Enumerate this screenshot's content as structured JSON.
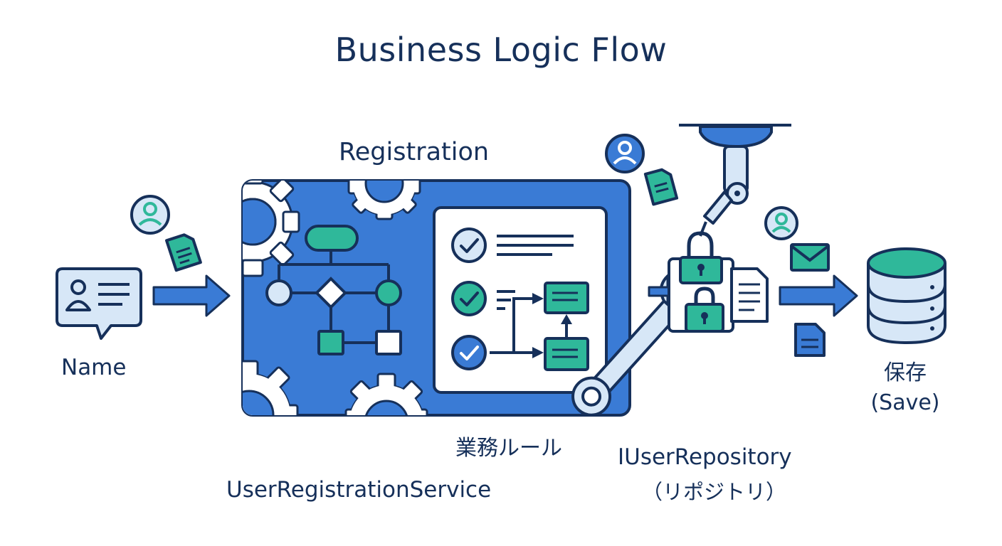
{
  "diagram": {
    "title": "Business Logic Flow",
    "registration_label": "Registration",
    "input_label": "Name",
    "rules_label": "業務ルール",
    "service_label": "UserRegistrationService",
    "repository_label": "IUserRepository",
    "repository_label_jp": "（リポジトリ）",
    "save_label_jp": "保存",
    "save_label": "(Save)"
  },
  "colors": {
    "primary_blue": "#3a7bd5",
    "navy": "#16305a",
    "teal": "#2fb89a",
    "light_blue": "#d7e7f7",
    "white": "#ffffff"
  },
  "icons": [
    "user-icon",
    "document-icon",
    "speech-bubble-icon",
    "arrow-icon",
    "gear-icon",
    "flowchart-icon",
    "checklist-icon",
    "wrench-icon",
    "robot-arm-icon",
    "padlock-icon",
    "email-icon",
    "database-icon"
  ]
}
